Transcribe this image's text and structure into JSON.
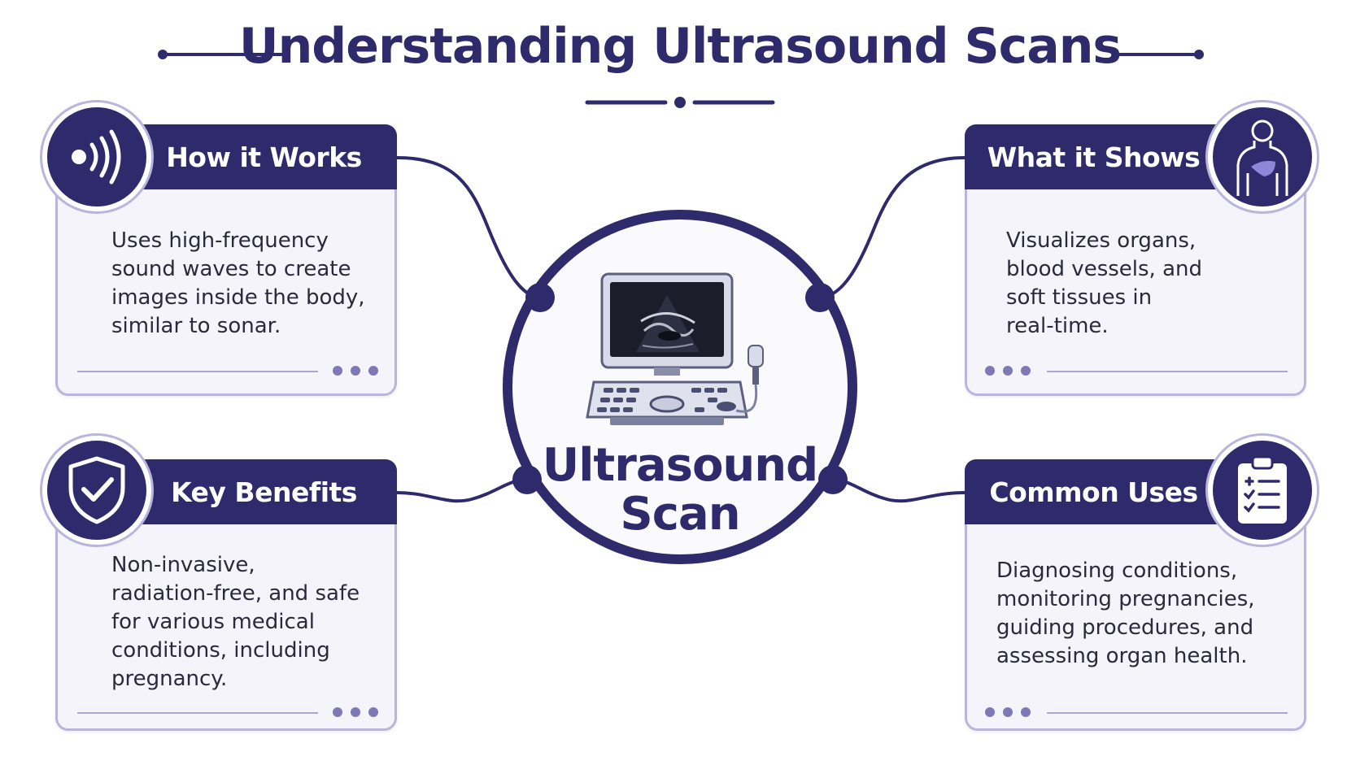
{
  "title": "Understanding Ultrasound Scans",
  "center": {
    "line1": "Ultrasound",
    "line2": "Scan",
    "image": "ultrasound-machine-icon"
  },
  "cards": {
    "how_it_works": {
      "heading": "How it Works",
      "text": [
        "Uses high-frequency",
        "sound waves to create",
        "images inside the body,",
        "similar to sonar."
      ],
      "icon": "sound-waves-icon"
    },
    "what_it_shows": {
      "heading": "What it Shows",
      "text": [
        "Visualizes organs,",
        "blood vessels, and",
        "soft tissues in",
        "real-time."
      ],
      "icon": "human-body-liver-icon"
    },
    "key_benefits": {
      "heading": "Key Benefits",
      "text": [
        "Non-invasive,",
        "radiation-free, and safe",
        "for various medical",
        "conditions, including",
        "pregnancy."
      ],
      "icon": "shield-check-icon"
    },
    "common_uses": {
      "heading": "Common Uses",
      "text": [
        "Diagnosing conditions,",
        "monitoring pregnancies,",
        "guiding procedures, and",
        "assessing organ health."
      ],
      "icon": "clipboard-checklist-icon"
    }
  },
  "colors": {
    "navy": "#2e2a6b",
    "lavender": "#7e78b6",
    "card_background": "#f5f4fb"
  }
}
